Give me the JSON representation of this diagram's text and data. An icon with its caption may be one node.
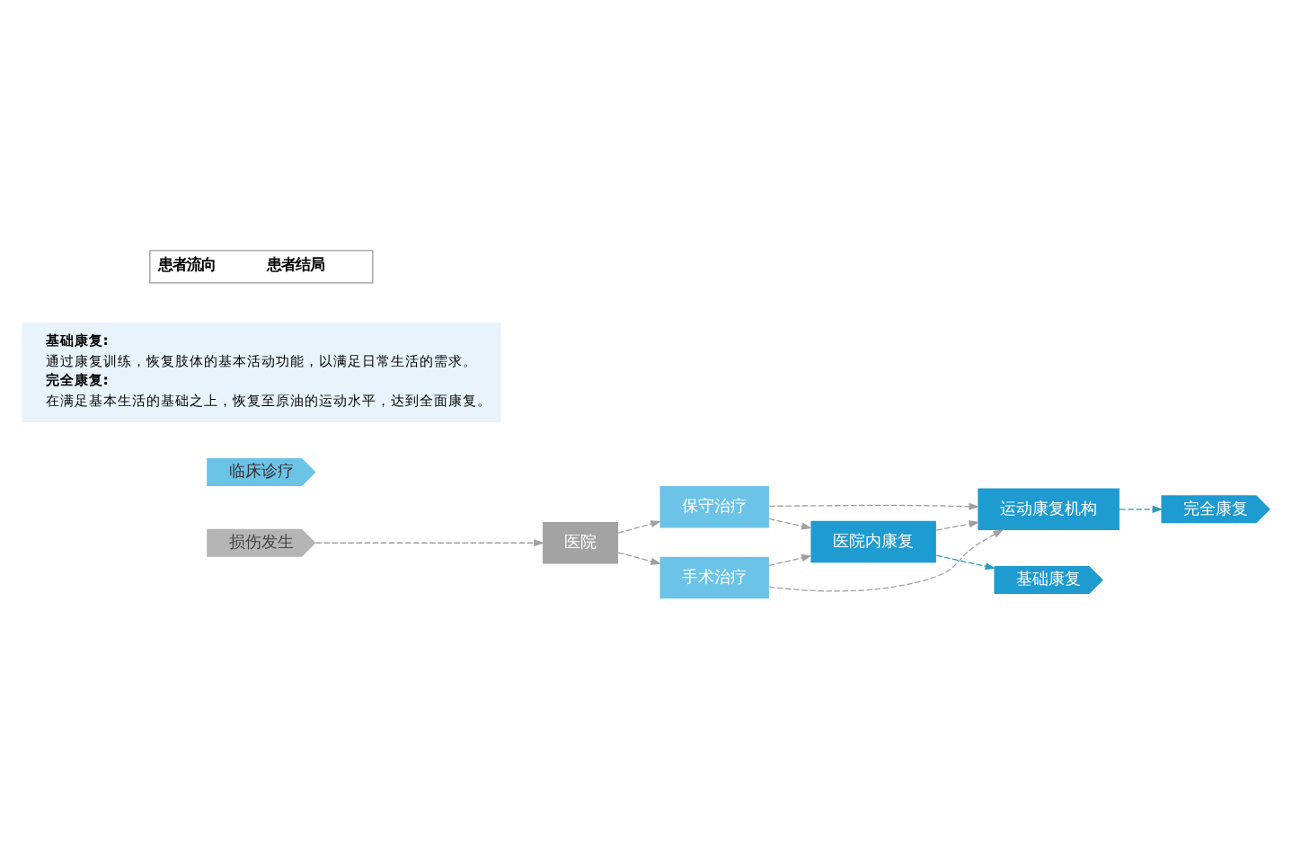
{
  "diagram": {
    "nodes": [
      {
        "text": [
          "损伤发生"
        ]
      },
      {
        "text": [
          "临床诊疗"
        ]
      },
      {
        "text": [
          "基础康复"
        ]
      },
      {
        "text": [
          "完全康复"
        ]
      },
      {
        "text": [
          "医院"
        ]
      },
      {
        "text": [
          "手术治疗"
        ]
      },
      {
        "text": [
          "保守治疗"
        ]
      },
      {
        "text": [
          "医院内康复"
        ]
      },
      {
        "text": [
          "运动康复机构"
        ]
      }
    ],
    "edges": [
      {
        "from": 0,
        "to": 4,
        "arrow": "to",
        "style": "dashed"
      },
      {
        "from": 4,
        "to": 5,
        "arrow": "to",
        "style": "dashed"
      },
      {
        "from": 4,
        "to": 6,
        "arrow": "to",
        "style": "dashed"
      },
      {
        "from": 5,
        "to": 7,
        "arrow": "to",
        "style": "dashed"
      },
      {
        "from": 5,
        "to": 8,
        "arrow": "to",
        "style": "dashed"
      },
      {
        "from": 6,
        "to": 7,
        "arrow": "to",
        "style": "dashed"
      },
      {
        "from": 6,
        "to": 8,
        "arrow": "to",
        "style": "dashed"
      },
      {
        "from": 7,
        "to": 8,
        "arrow": "to",
        "style": "dashed"
      },
      {
        "from": 7,
        "to": 2,
        "arrow": "to",
        "style": "dashed",
        "color": "#2a9bb8"
      },
      {
        "from": 8,
        "to": 3,
        "arrow": "to",
        "style": "dashed",
        "color": "#2a9bb8"
      }
    ],
    "labels": [
      "基础康复:",
      "通过康复训练，恢复肢体的基本活动功能，以满足日常生活的需求。",
      "完全康复:",
      "在满足基本生活的基础之上，恢复至原油的运动水平，达到全面康复。"
    ],
    "legend": [
      {
        "text": "患者流向"
      },
      {
        "text": "患者结局"
      }
    ]
  }
}
